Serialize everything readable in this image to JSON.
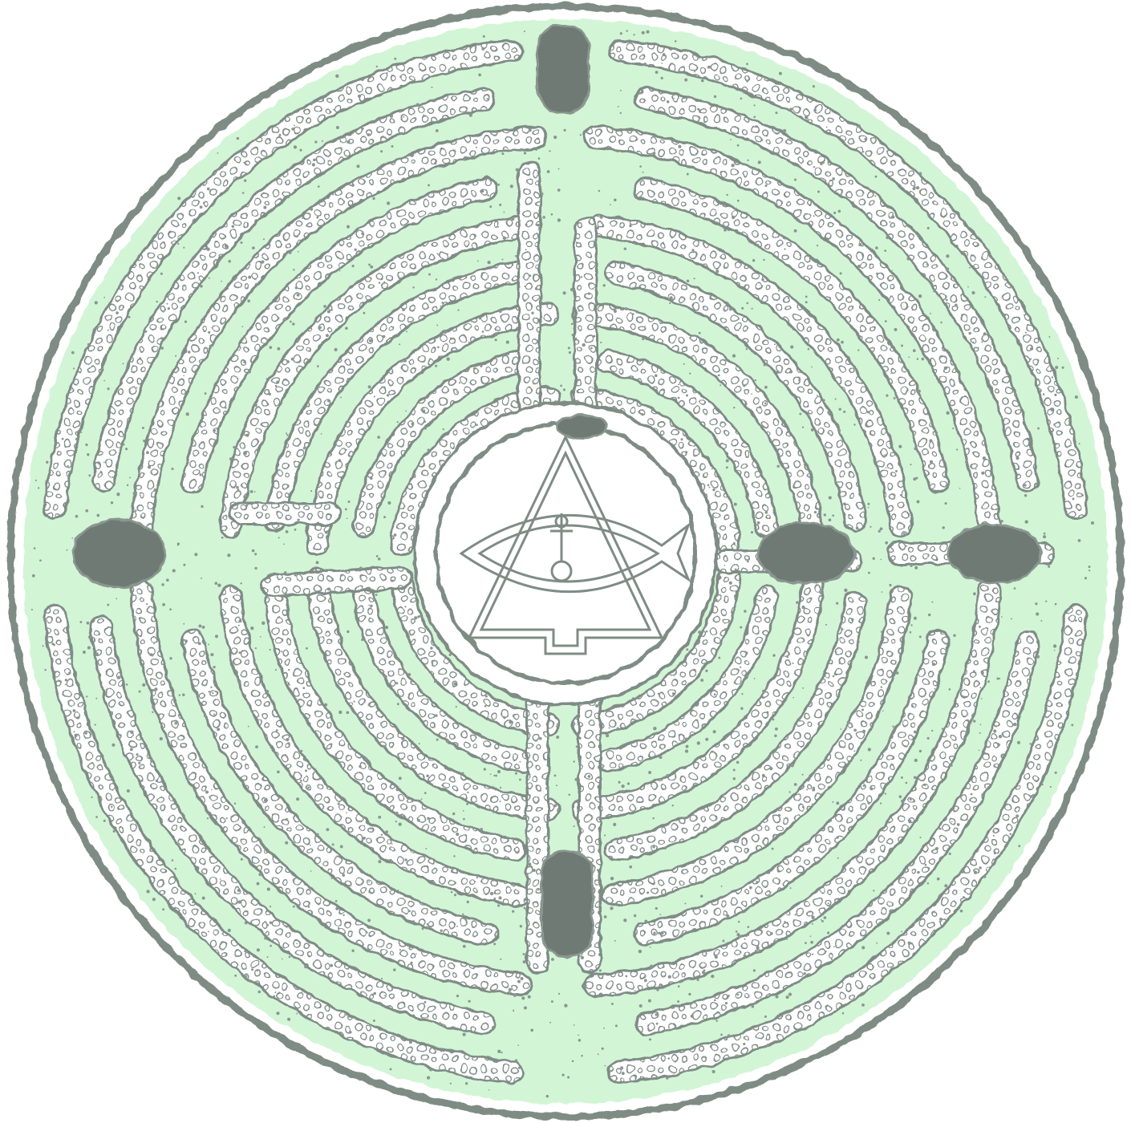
{
  "figure": {
    "kind": "labyrinth",
    "circuits": 11,
    "colors": {
      "background": "#ffffff",
      "path_fill": "#d2f5d6",
      "wall_dark": "#7f8c86",
      "wall_fill": "#ffffff",
      "stone_fill": "#6f7a74",
      "dot_color": "#8a9690"
    },
    "stones": [
      {
        "name": "stone-top",
        "shape": "vertical"
      },
      {
        "name": "stone-bottom",
        "shape": "vertical"
      },
      {
        "name": "stone-left",
        "shape": "horizontal"
      },
      {
        "name": "stone-right-inner",
        "shape": "horizontal"
      },
      {
        "name": "stone-right-outer",
        "shape": "horizontal"
      },
      {
        "name": "stone-center-top",
        "shape": "small"
      }
    ],
    "center_emblem": {
      "elements": [
        "triangle-icon",
        "fish-icon",
        "cross-icon",
        "circle-icon"
      ]
    }
  }
}
